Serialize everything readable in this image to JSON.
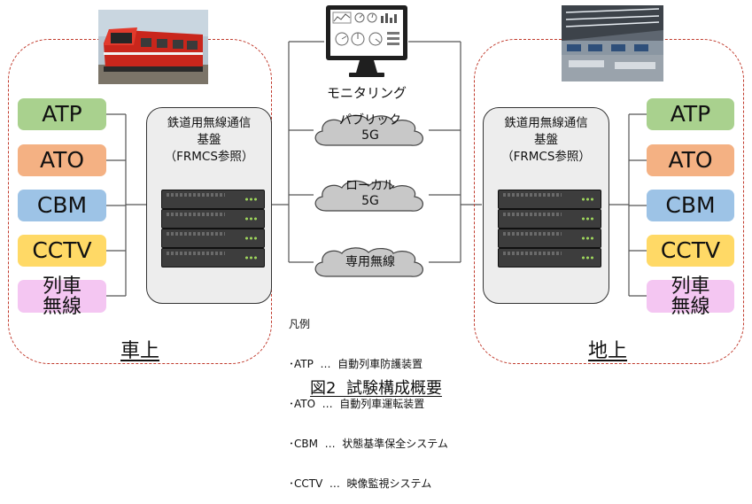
{
  "onboard": {
    "label": "車上",
    "platform_title": [
      "鉄道用無線通信",
      "基盤",
      "（FRMCS参照）"
    ],
    "systems": [
      {
        "name": "ATP",
        "color": "#a9d18e"
      },
      {
        "name": "ATO",
        "color": "#f4b183"
      },
      {
        "name": "CBM",
        "color": "#9dc3e6"
      },
      {
        "name": "CCTV",
        "color": "#ffd966"
      },
      {
        "name": "列車\n無線",
        "color": "#f4c6f2"
      }
    ],
    "photo": "train-photo"
  },
  "ground": {
    "label": "地上",
    "platform_title": [
      "鉄道用無線通信",
      "基盤",
      "（FRMCS参照）"
    ],
    "systems": [
      {
        "name": "ATP",
        "color": "#a9d18e"
      },
      {
        "name": "ATO",
        "color": "#f4b183"
      },
      {
        "name": "CBM",
        "color": "#9dc3e6"
      },
      {
        "name": "CCTV",
        "color": "#ffd966"
      },
      {
        "name": "列車\n無線",
        "color": "#f4c6f2"
      }
    ],
    "photo": "control-room-photo"
  },
  "monitor": {
    "label": "モニタリング",
    "icon": "monitor-icon"
  },
  "networks": [
    {
      "label": "パブリック\n5G"
    },
    {
      "label": "ローカル\n5G"
    },
    {
      "label": "専用無線"
    }
  ],
  "legend": {
    "title": "凡例",
    "items": [
      "･ATP  …  自動列車防護装置",
      "･ATO  …  自動列車運転装置",
      "･CBM  …  状態基準保全システム",
      "･CCTV  …  映像監視システム"
    ]
  },
  "caption": "図2  試験構成概要",
  "colors": {
    "zone_border": "#c0392b",
    "platform_bg": "#ededed",
    "server": "#3d3d3d"
  }
}
